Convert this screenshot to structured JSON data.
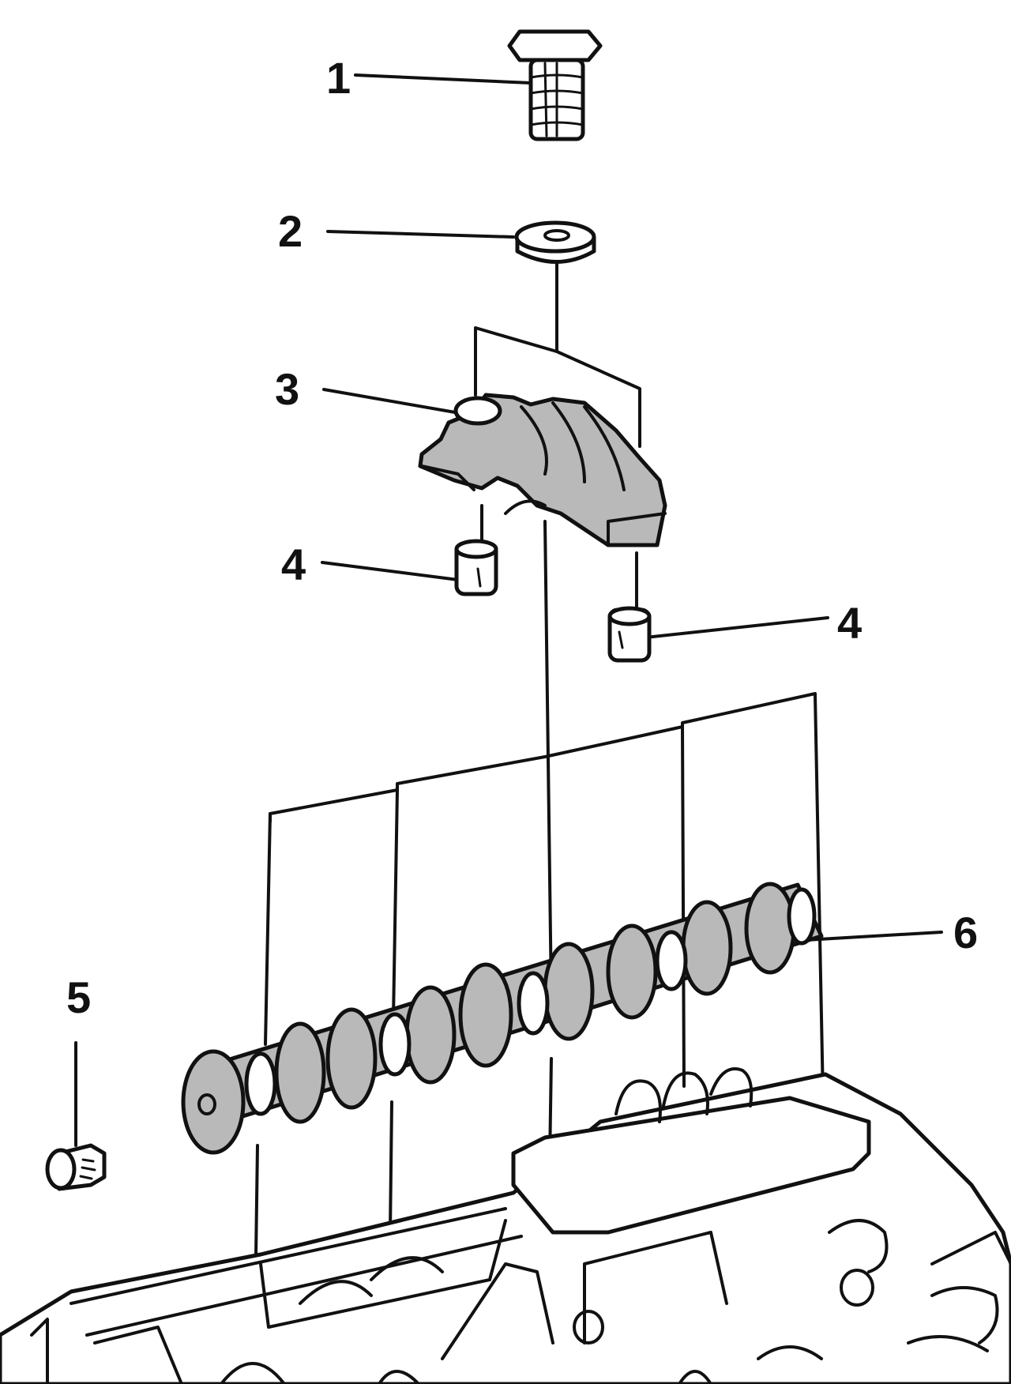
{
  "callouts": {
    "c1": "1",
    "c2": "2",
    "c3": "3",
    "c4a": "4",
    "c4b": "4",
    "c5": "5",
    "c6": "6"
  },
  "colors": {
    "ink": "#111111",
    "part_fill": "#b9b9b9",
    "background": "#ffffff"
  }
}
